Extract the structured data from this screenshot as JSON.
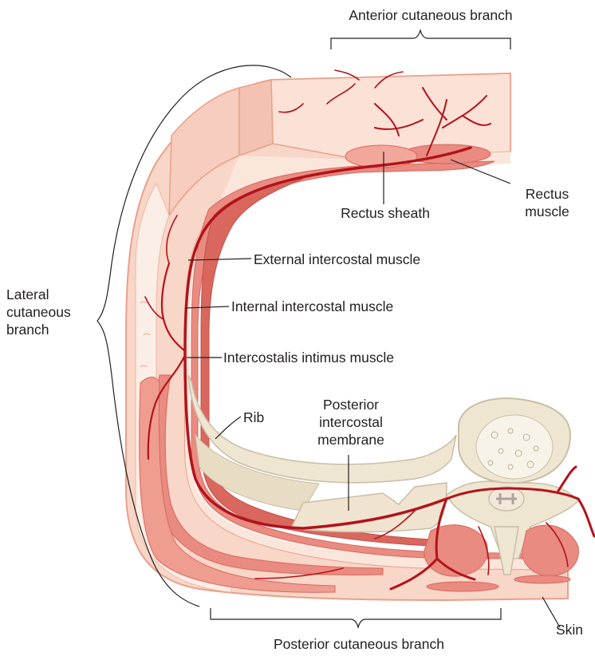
{
  "labels": {
    "anterior_cutaneous_branch": "Anterior cutaneous branch",
    "rectus_sheath": "Rectus sheath",
    "rectus_muscle_line1": "Rectus",
    "rectus_muscle_line2": "muscle",
    "external_intercostal_muscle": "External intercostal muscle",
    "internal_intercostal_muscle": "Internal intercostal muscle",
    "intercostalis_intimus_muscle": "Intercostalis intimus muscle",
    "lateral_cutaneous_branch_line1": "Lateral",
    "lateral_cutaneous_branch_line2": "cutaneous",
    "lateral_cutaneous_branch_line3": "branch",
    "rib": "Rib",
    "posterior_intercostal_membrane_line1": "Posterior",
    "posterior_intercostal_membrane_line2": "intercostal",
    "posterior_intercostal_membrane_line3": "membrane",
    "skin": "Skin",
    "posterior_cutaneous_branch": "Posterior cutaneous branch"
  },
  "colors": {
    "skin": "#f8d6c8",
    "skin_edge": "#eaa08a",
    "fat": "#fbe6dc",
    "muscle": "#e98b80",
    "muscle_dark": "#d9675d",
    "muscle_light": "#f2b1a6",
    "nerve_vessel": "#b3121b",
    "bone": "#efe6d2",
    "bone_edge": "#c9bea6",
    "membrane": "#f0e4d0",
    "leader_line": "#231f20"
  }
}
